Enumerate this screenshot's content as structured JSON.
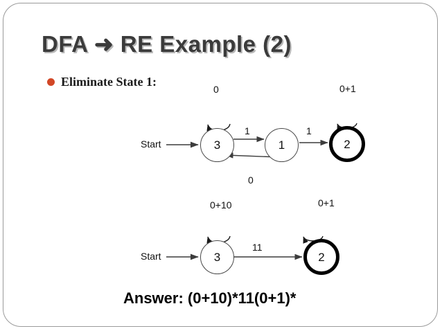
{
  "slide": {
    "title": "DFA ➜ RE Example (2)",
    "bullet_label": "Eliminate State 1:",
    "answer": "Answer:  (0+10)*11(0+1)*",
    "accent_color": "#d24726",
    "title_color": "#3b3b3b",
    "title_shadow_color": "#b9b9b9",
    "frame_border_color": "#9a9a9a",
    "background_color": "#ffffff"
  },
  "diagram_top": {
    "start_label": "Start",
    "states": [
      {
        "id": "3",
        "label": "3",
        "kind": "normal"
      },
      {
        "id": "1",
        "label": "1",
        "kind": "normal"
      },
      {
        "id": "2",
        "label": "2",
        "kind": "accepting"
      }
    ],
    "labels": {
      "loop_3": "0",
      "loop_2": "0+1",
      "edge_3_to_1": "1",
      "edge_1_to_2": "1",
      "edge_1_to_3": "0"
    }
  },
  "diagram_bottom": {
    "start_label": "Start",
    "states": [
      {
        "id": "3",
        "label": "3",
        "kind": "normal"
      },
      {
        "id": "2",
        "label": "2",
        "kind": "accepting"
      }
    ],
    "labels": {
      "loop_3": "0+10",
      "loop_2": "0+1",
      "edge_3_to_2": "11"
    }
  }
}
